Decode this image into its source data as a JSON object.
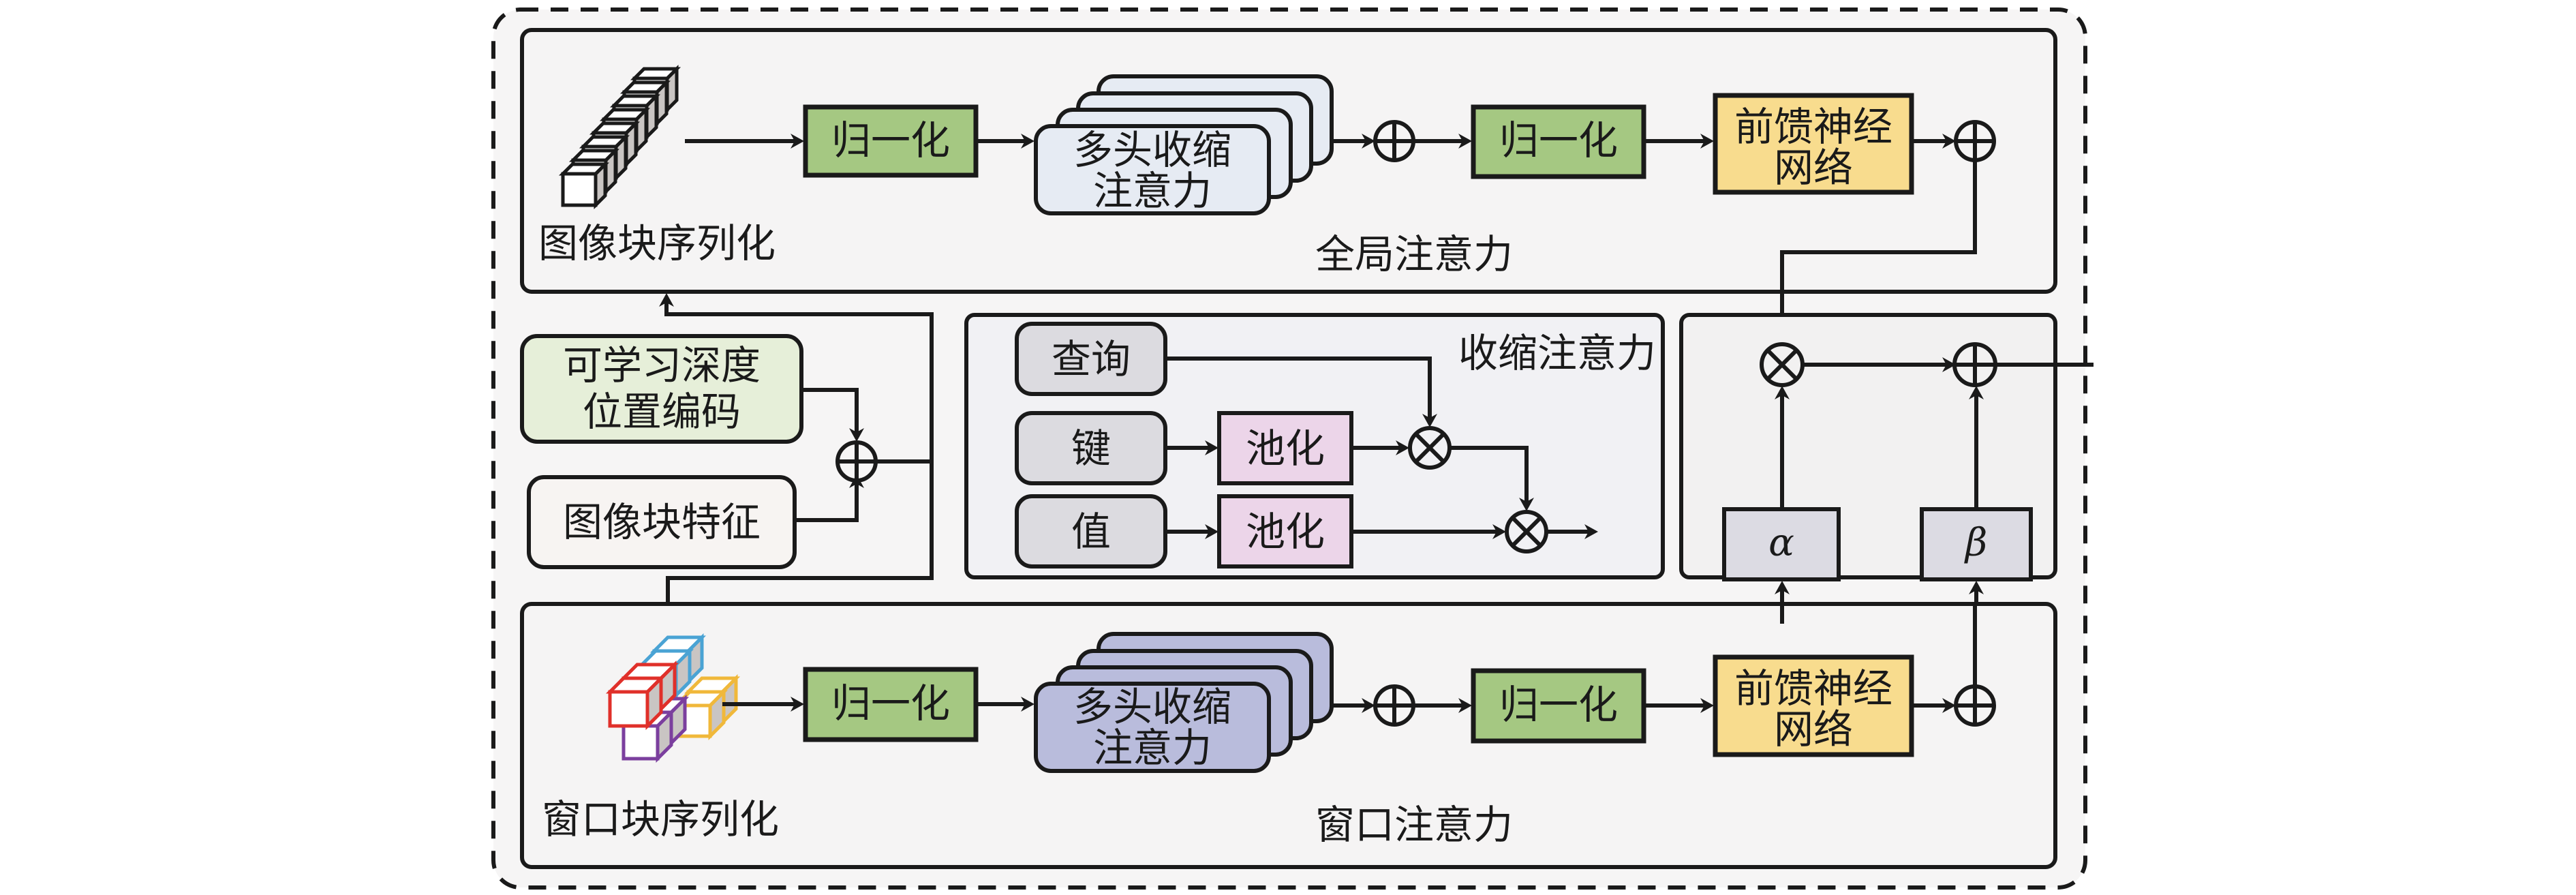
{
  "diagram": {
    "title": "Global and window attention with shrink attention and learnable fusion",
    "colors": {
      "outer_bg": "#f6f5f5",
      "panel_bg": "#f5f4f4",
      "panel_mid_bg": "#f1f1f4",
      "norm_fill": "#a5c882",
      "ffn_fill": "#f8dc8e",
      "mha_global_fill": "#e6ebf3",
      "mha_window_fill": "#b9bcdc",
      "qkv_fill": "#dcdbe0",
      "pool_fill": "#ecd5e9",
      "pos_enc_fill": "#e6efd9",
      "patch_feat_fill": "#f7f4f2",
      "coef_fill": "#dcdbe3",
      "window_cube_blue": "#4aa3d4",
      "window_cube_red": "#e0302a",
      "window_cube_yellow": "#f0b83a",
      "window_cube_purple": "#7b3f9e"
    },
    "global_branch": {
      "label": "全局注意力",
      "serialization_label": "图像块序列化",
      "norm1_label": "归一化",
      "mha_label_line1": "多头收缩",
      "mha_label_line2": "注意力",
      "norm2_label": "归一化",
      "ffn_label_line1": "前馈神经",
      "ffn_label_line2": "网络",
      "add_symbol": "⊕"
    },
    "window_branch": {
      "label": "窗口注意力",
      "serialization_label": "窗口块序列化",
      "norm1_label": "归一化",
      "mha_label_line1": "多头收缩",
      "mha_label_line2": "注意力",
      "norm2_label": "归一化",
      "ffn_label_line1": "前馈神经",
      "ffn_label_line2": "网络"
    },
    "inputs": {
      "pos_enc_line1": "可学习深度",
      "pos_enc_line2": "位置编码",
      "patch_features": "图像块特征"
    },
    "shrink_attention": {
      "title": "收缩注意力",
      "query": "查询",
      "key": "键",
      "value": "值",
      "pool1": "池化",
      "pool2": "池化"
    },
    "fusion": {
      "alpha": "α",
      "beta": "β"
    }
  }
}
